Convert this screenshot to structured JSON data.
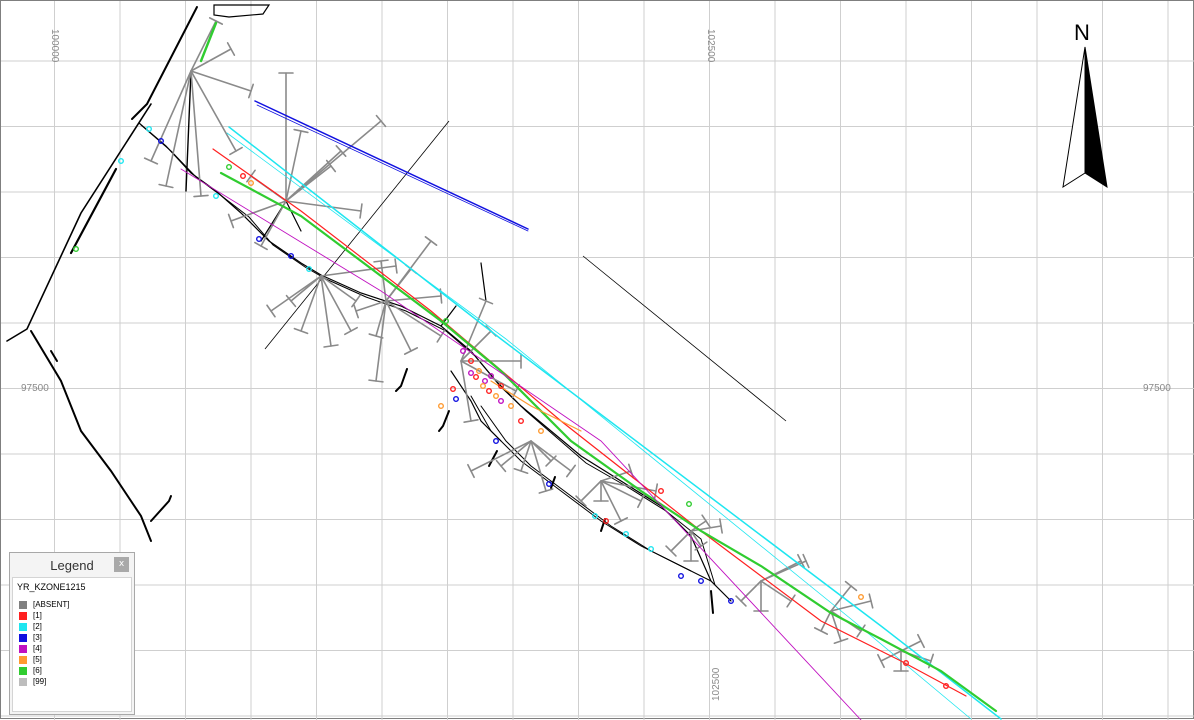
{
  "map": {
    "grid_labels": {
      "easting_1": "100000",
      "easting_2": "102500",
      "easting_3": "102500",
      "northing_left": "97500",
      "northing_right": "97500"
    },
    "north_arrow": {
      "letter": "N",
      "icon": "north-arrow-icon"
    },
    "colors": {
      "background": "#ffffff",
      "grid": "#cfcfcf",
      "drift": "#000000",
      "drillhole": "#7f7f7f"
    }
  },
  "legend": {
    "title": "Legend",
    "close_label": "x",
    "field": "YR_KZONE1215",
    "items": [
      {
        "label": "[ABSENT]",
        "color": "#808080"
      },
      {
        "label": "[1]",
        "color": "#ff2020"
      },
      {
        "label": "[2]",
        "color": "#1ee6f0"
      },
      {
        "label": "[3]",
        "color": "#1010e0"
      },
      {
        "label": "[4]",
        "color": "#c010c0"
      },
      {
        "label": "[5]",
        "color": "#ff9a30"
      },
      {
        "label": "[6]",
        "color": "#30cc30"
      },
      {
        "label": "[99]",
        "color": "#bdbdbd"
      }
    ]
  }
}
